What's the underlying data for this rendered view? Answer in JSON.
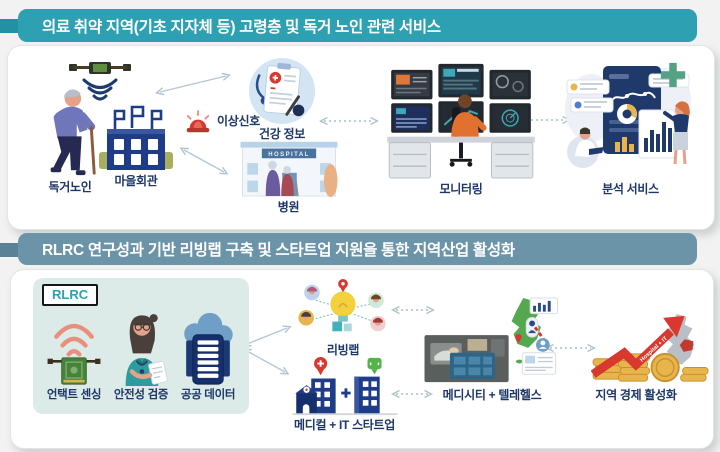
{
  "page": {
    "background": "#f1f2f1",
    "accent_teal": "#2da1b2",
    "accent_steel": "#6b94a8",
    "label_color": "#1d3766"
  },
  "top_panel": {
    "header": "의료 취약 지역(기초 지자체 등) 고령층 및 독거 노인 관련 서비스",
    "nodes": {
      "elderly": {
        "label": "독거노인",
        "icon": "elderly-person-icon"
      },
      "iot": {
        "icon": "iot-sensor-signal-icon"
      },
      "village_hall": {
        "label": "마을회관",
        "icon": "village-hall-building-icon"
      },
      "alert": {
        "label": "이상신호",
        "icon": "siren-icon"
      },
      "health_info": {
        "label": "건강 정보",
        "icon": "health-record-icon"
      },
      "hospital": {
        "label": "병원",
        "sign_text": "HOSPITAL",
        "icon": "hospital-building-icon"
      },
      "monitoring": {
        "label": "모니터링",
        "icon": "monitoring-control-room-icon"
      },
      "analysis": {
        "label": "분석 서비스",
        "icon": "data-analysis-icon",
        "cross_icon": "medical-cross-icon"
      }
    }
  },
  "bottom_panel": {
    "header": "RLRC 연구성과 기반 리빙랩 구축 및 스타트업 지원을 통한 지역산업 활성화",
    "rlrc_box": {
      "title": "RLRC",
      "items": [
        {
          "label": "언택트 센싱",
          "icon": "untact-sensing-icon"
        },
        {
          "label": "안전성 검증",
          "icon": "safety-verification-nurse-icon"
        },
        {
          "label": "공공 데이터",
          "icon": "public-data-cloud-server-icon"
        }
      ]
    },
    "nodes": {
      "living_lab": {
        "label": "리빙랩",
        "icon": "living-lab-bulb-icon"
      },
      "startup": {
        "label": "메디컬 + IT 스타트업",
        "icon": "startup-buildings-icon"
      },
      "medicity": {
        "label": "메디시티 + 텔레헬스",
        "icon": "medicity-telehealth-icon"
      },
      "economy": {
        "label": "지역 경제 활성화",
        "arrow_text": "Hospital + IT",
        "icon": "economy-growth-icon"
      }
    }
  }
}
